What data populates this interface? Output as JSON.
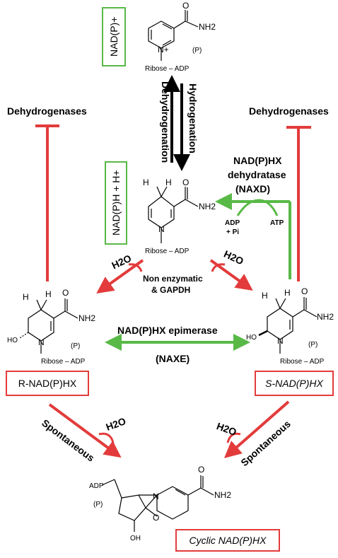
{
  "boxes": {
    "nadp_plus": "NAD(P)+",
    "nadph": "NAD(P)H + H+",
    "r_nadphx": "R-NAD(P)HX",
    "s_nadphx": "S-NAD(P)HX",
    "cyclic": "Cyclic NAD(P)HX"
  },
  "labels": {
    "dehydrogenases_left": "Dehydrogenases",
    "dehydrogenases_right": "Dehydrogenases",
    "hydrogenation": "Hydrogenation",
    "dehydrogenation": "Dehydrogenation",
    "naxd_line1": "NAD(P)HX",
    "naxd_line2": "dehydratase",
    "naxd_line3": "(NAXD)",
    "adp_pi_1": "ADP",
    "adp_pi_2": "+ Pi",
    "atp": "ATP",
    "h2o": "H2O",
    "nonenz_line1": "Non enzymatic",
    "nonenz_line2": "& GAPDH",
    "epimerase": "NAD(P)HX epimerase",
    "naxe": "(NAXE)",
    "spontaneous": "Spontaneous"
  },
  "chem": {
    "nh2": "NH2",
    "o": "O",
    "n": "N",
    "n_plus": "N+",
    "h": "H",
    "ho": "HO",
    "oh": "OH",
    "ribose_adp": "Ribose – ADP",
    "p": "(P)",
    "adp": "ADP"
  },
  "colors": {
    "red": "#e33b3b",
    "green": "#58b947",
    "black": "#000000"
  }
}
